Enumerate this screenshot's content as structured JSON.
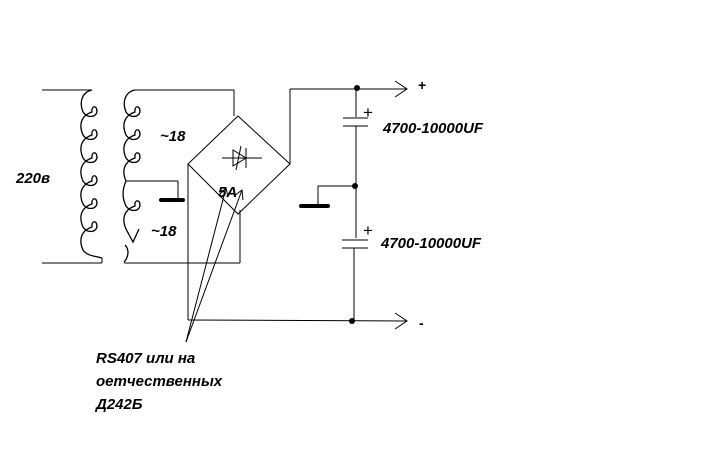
{
  "labels": {
    "primary_voltage": "220в",
    "secondary_upper": "~18",
    "secondary_lower": "~18",
    "bridge_current": "5A",
    "cap_upper": "4700-10000UF",
    "cap_lower": "4700-10000UF",
    "output_plus": "+",
    "output_minus": "-",
    "cap_plus_upper": "+",
    "cap_plus_lower": "+",
    "note_line1": "RS407 или на",
    "note_line2": "оетчественных",
    "note_line3": "Д242Б"
  },
  "colors": {
    "ink": "#000000",
    "background": "#ffffff"
  }
}
